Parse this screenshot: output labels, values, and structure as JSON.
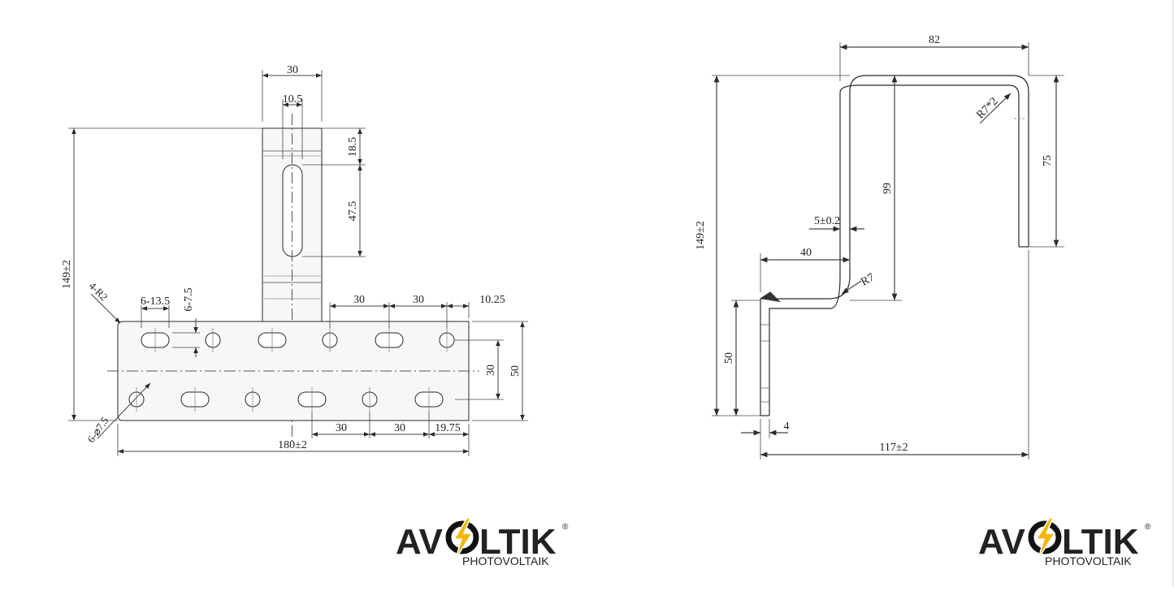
{
  "front_view": {
    "width_top": "30",
    "slot_width": "10.5",
    "slot_offset": "18.5",
    "slot_length": "47.5",
    "overall_height": "149±2",
    "corner_radius": "4-R2",
    "slot_size": "6-13.5",
    "slot_height": "6-7.5",
    "hole_pitch_1": "30",
    "hole_pitch_2": "30",
    "edge_top": "10.25",
    "row_spacing": "30",
    "base_height": "50",
    "hole_dia": "6-⌀7.5",
    "base_width": "180±2",
    "pitch_bottom_1": "30",
    "pitch_bottom_2": "30",
    "edge_bottom": "19.75"
  },
  "side_view": {
    "top_width": "82",
    "bend_radius": "R7*2",
    "drop_length": "75",
    "inner_height": "99",
    "overall_height": "149±2",
    "thickness_tol": "5±0.2",
    "offset": "40",
    "small_radius": "R7",
    "foot_height": "50",
    "thickness": "4",
    "overall_depth": "117±2"
  },
  "logos": [
    {
      "pre": "AV",
      "post": "LTIK",
      "sub": "PHOTOVOLTAIK",
      "mark": "®"
    },
    {
      "pre": "AV",
      "post": "LTIK",
      "sub": "PHOTOVOLTAIK",
      "mark": "®"
    }
  ],
  "colors": {
    "line": "#2a2a2a",
    "part_fill": "#f6f6f6",
    "bolt_yellow": "#f2b705",
    "logo_black": "#111111"
  }
}
